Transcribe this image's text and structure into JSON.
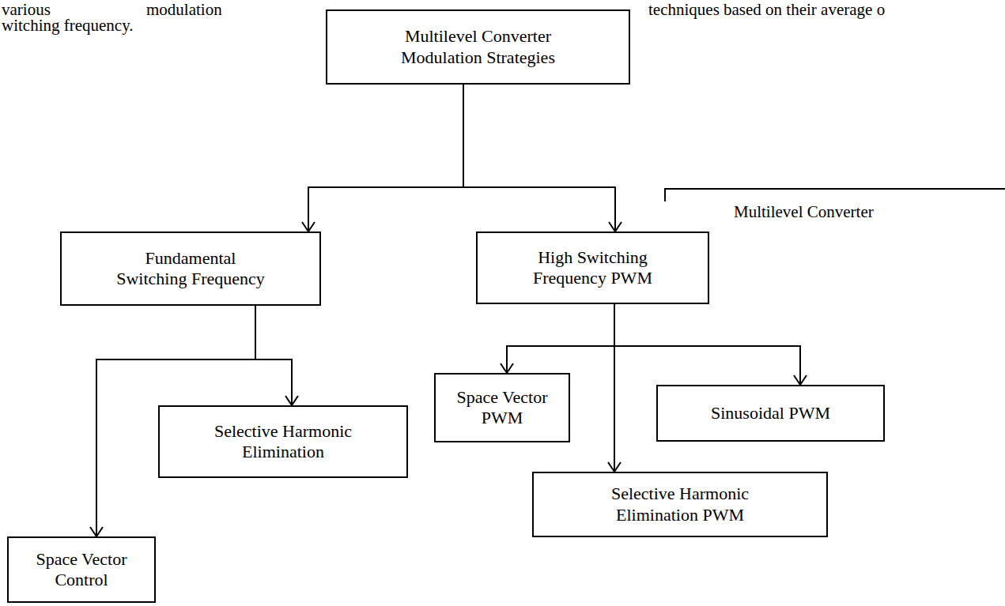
{
  "diagram": {
    "nodes": [
      {
        "text": [
          "Multilevel Converter Modulation Strategies"
        ]
      },
      {
        "text": [
          "Fundamental Switching Frequency"
        ]
      },
      {
        "text": [
          "High Switching Frequency PWM"
        ]
      },
      {
        "text": [
          "Selective Harmonic Elimination"
        ]
      },
      {
        "text": [
          "Space Vector Control"
        ]
      },
      {
        "text": [
          "Space Vector PWM"
        ]
      },
      {
        "text": [
          "Sinusoidal PWM"
        ]
      },
      {
        "text": [
          "Selective Harmonic Elimination PWM"
        ]
      }
    ],
    "edges": [
      {
        "from": 0,
        "to": 1,
        "arrow": "to"
      },
      {
        "from": 0,
        "to": 2,
        "arrow": "to"
      },
      {
        "from": 1,
        "to": 3,
        "arrow": "to"
      },
      {
        "from": 1,
        "to": 4,
        "arrow": "to"
      },
      {
        "from": 2,
        "to": 5,
        "arrow": "to"
      },
      {
        "from": 2,
        "to": 6,
        "arrow": "to"
      },
      {
        "from": 2,
        "to": 7,
        "arrow": "to"
      }
    ],
    "labels": [
      "various",
      "modulation",
      "techniques based on their average o",
      "witching frequency.",
      "Multilevel Converter"
    ]
  }
}
